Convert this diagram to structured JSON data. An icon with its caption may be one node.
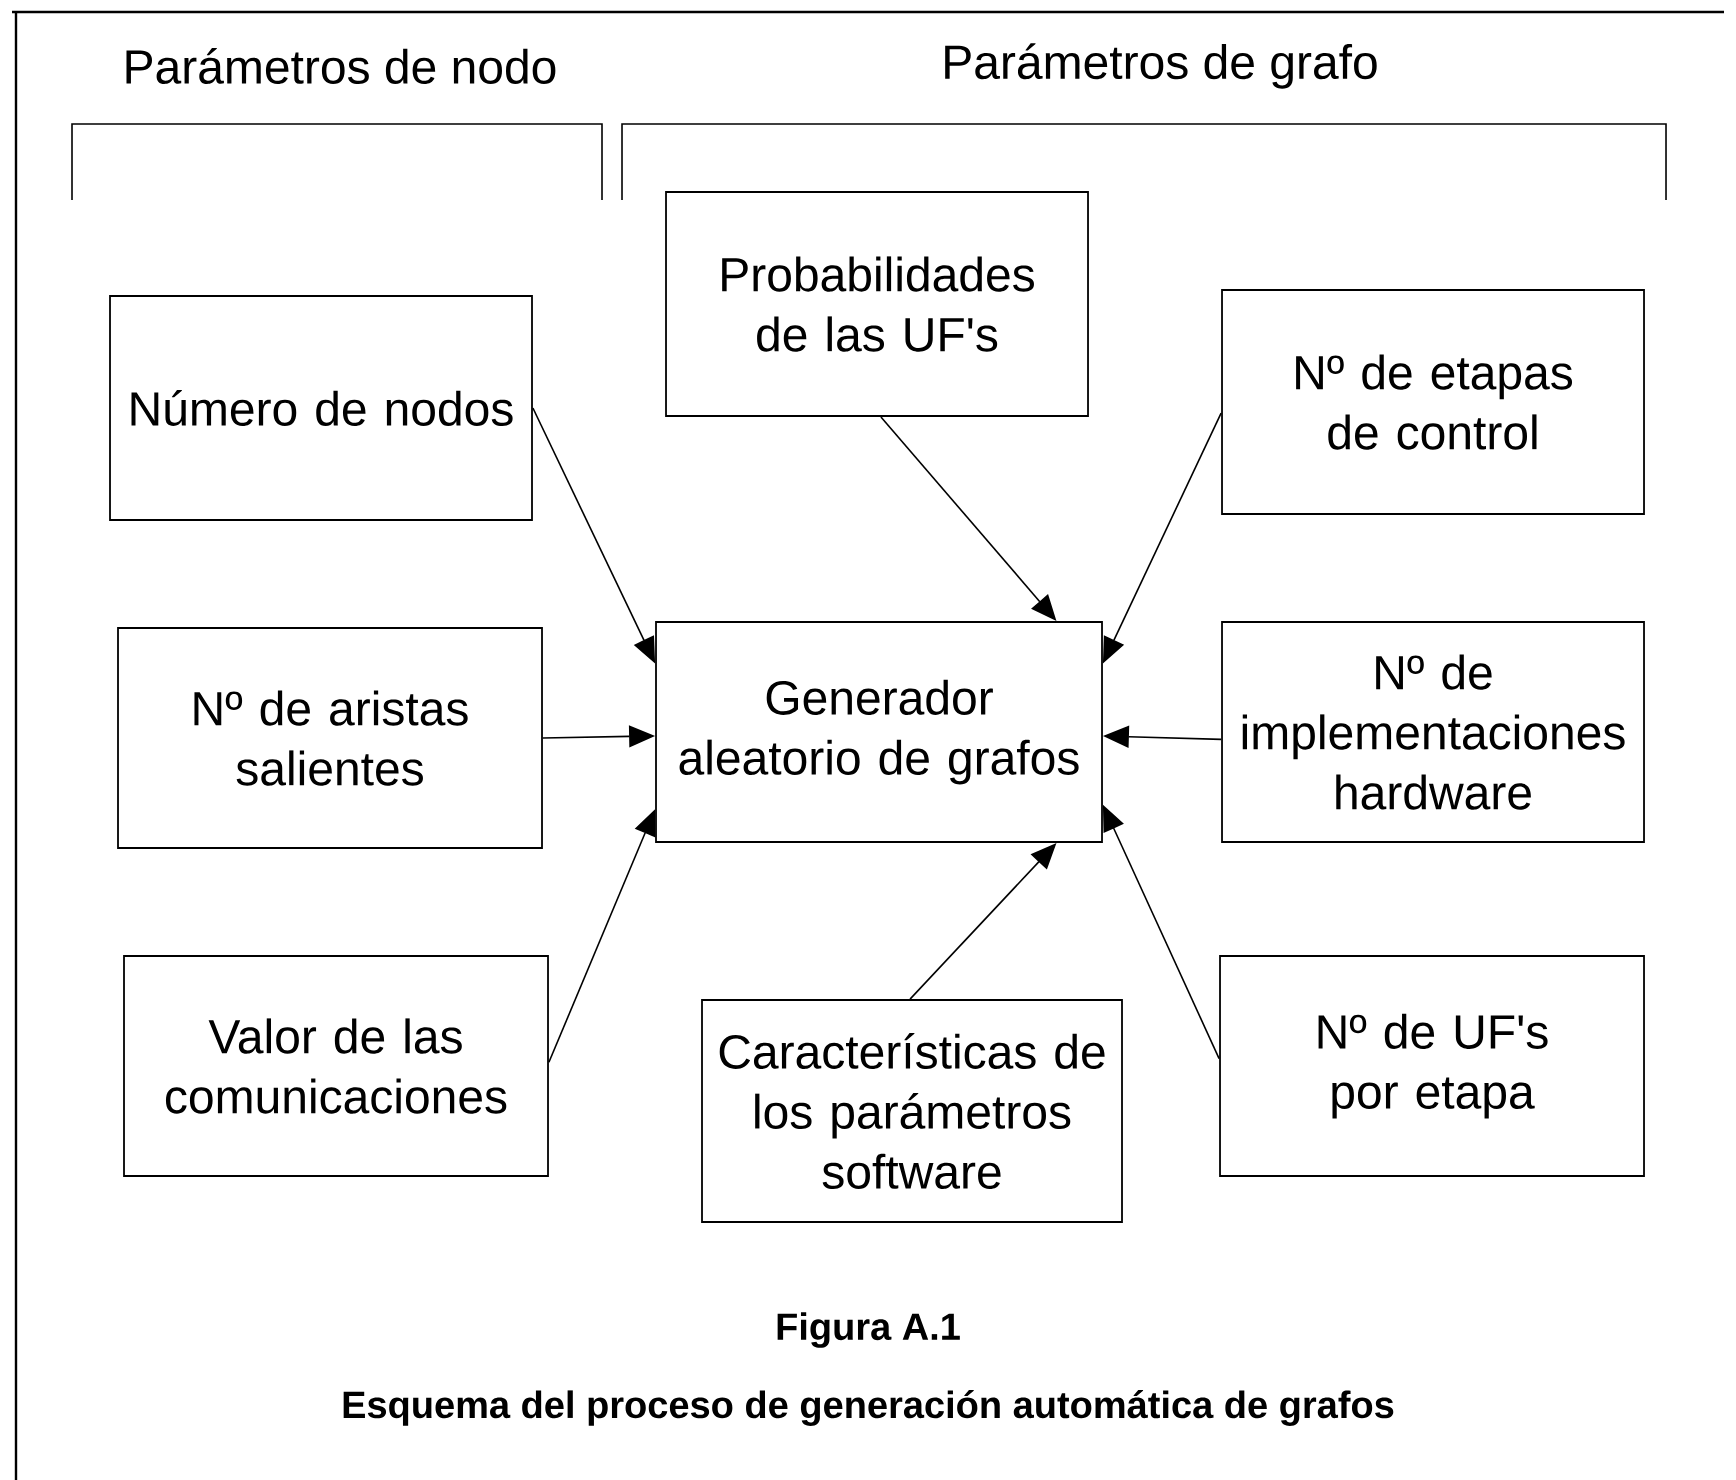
{
  "diagram": {
    "caption": "Esquema del proceso de generación automática de grafos",
    "nodes": [
      {
        "text": [
          "Probabilidades de las UF's"
        ]
      },
      {
        "text": [
          "Número de nodos"
        ]
      },
      {
        "text": [
          "Nº de etapas de control"
        ]
      },
      {
        "text": [
          "Nº de aristas salientes"
        ]
      },
      {
        "text": [
          "Generador aleatorio de grafos"
        ]
      },
      {
        "text": [
          "Nº de implementaciones hardware"
        ]
      },
      {
        "text": [
          "Valor de las comunicaciones"
        ]
      },
      {
        "text": [
          "Características de los parámetros software"
        ]
      },
      {
        "text": [
          "Nº de UF's por etapa"
        ]
      }
    ],
    "edges": [
      {
        "from": 1,
        "to": 4,
        "arrow": "to"
      },
      {
        "from": 0,
        "to": 4,
        "arrow": "to"
      },
      {
        "from": 2,
        "to": 4,
        "arrow": "to"
      },
      {
        "from": 3,
        "to": 4,
        "arrow": "to"
      },
      {
        "from": 5,
        "to": 4,
        "arrow": "to"
      },
      {
        "from": 6,
        "to": 4,
        "arrow": "to"
      },
      {
        "from": 7,
        "to": 4,
        "arrow": "to"
      },
      {
        "from": 8,
        "to": 4,
        "arrow": "to"
      }
    ],
    "labels": [
      "Parámetros de nodo",
      "Parámetros de grafo",
      "Figura A.1"
    ]
  }
}
